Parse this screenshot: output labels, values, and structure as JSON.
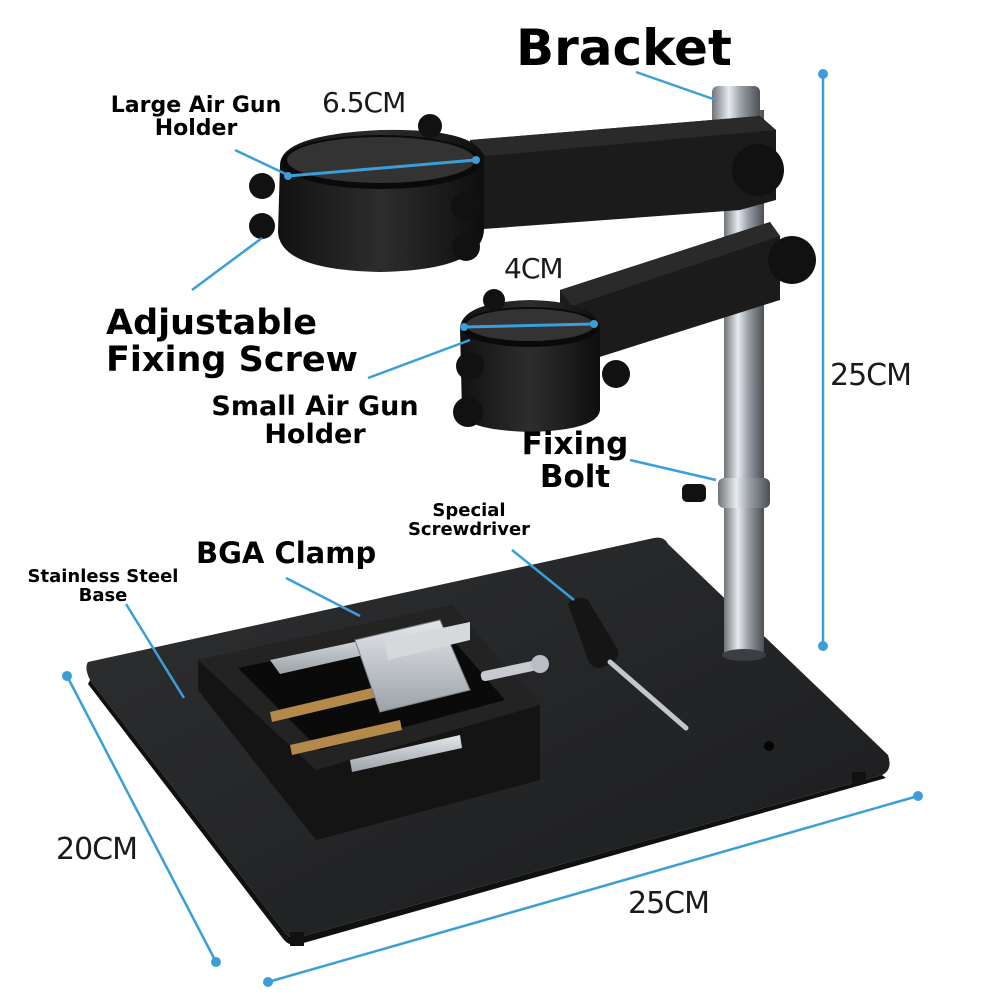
{
  "labels": {
    "bracket": "Bracket",
    "large_holder_line1": "Large Air Gun",
    "large_holder_line2": "Holder",
    "adjustable_line1": "Adjustable",
    "adjustable_line2": "Fixing Screw",
    "small_holder_line1": "Small Air Gun",
    "small_holder_line2": "Holder",
    "fixing_bolt_line1": "Fixing",
    "fixing_bolt_line2": "Bolt",
    "screwdriver_line1": "Special",
    "screwdriver_line2": "Screwdriver",
    "bga_clamp": "BGA Clamp",
    "base_line1": "Stainless Steel",
    "base_line2": "Base"
  },
  "dimensions": {
    "large_diameter": "6.5CM",
    "small_diameter": "4CM",
    "height": "25CM",
    "depth": "20CM",
    "width": "25CM"
  },
  "colors": {
    "leader_line": "#3a9fd8",
    "product_black": "#1c1c1c",
    "steel": "#b9bec4"
  }
}
